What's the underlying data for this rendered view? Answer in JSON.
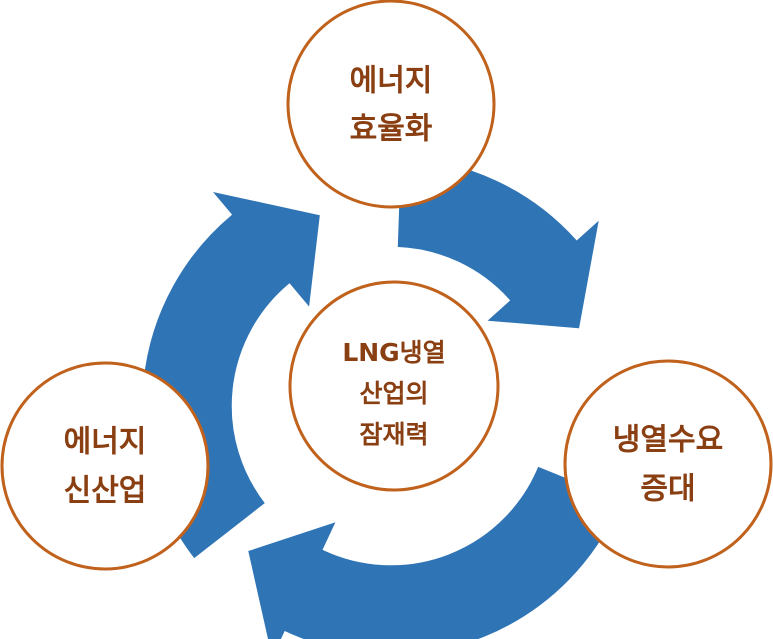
{
  "colors": {
    "arrow_fill": "#2f74b5",
    "circle_fill": "#ffffff",
    "circle_border": "#c0611c",
    "text": "#8a3f12"
  },
  "center": {
    "lines": [
      "LNG냉열",
      "산업의",
      "잠재력"
    ]
  },
  "nodes": [
    {
      "id": "energy-efficiency",
      "lines": [
        "에너지",
        "효율화"
      ]
    },
    {
      "id": "cold-demand-increase",
      "lines": [
        "냉열수요",
        "증대"
      ]
    },
    {
      "id": "energy-new-industry",
      "lines": [
        "에너지",
        "신산업"
      ]
    }
  ]
}
